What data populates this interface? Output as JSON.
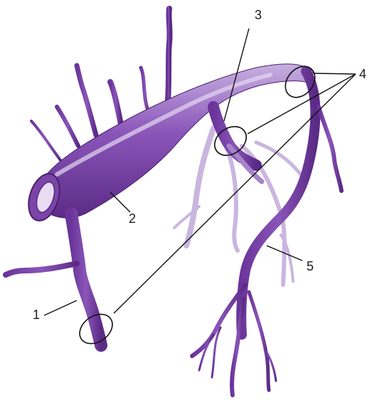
{
  "labels": {
    "one": "1",
    "two": "2",
    "three": "3",
    "four": "4",
    "five": "5"
  },
  "colors": {
    "vessel_dark": "#5b2a86",
    "vessel_mid": "#7b45a8",
    "vessel_light": "#b89bd3",
    "vessel_highlight": "#d6c5ea",
    "vessel_outline": "#4a1f70"
  }
}
